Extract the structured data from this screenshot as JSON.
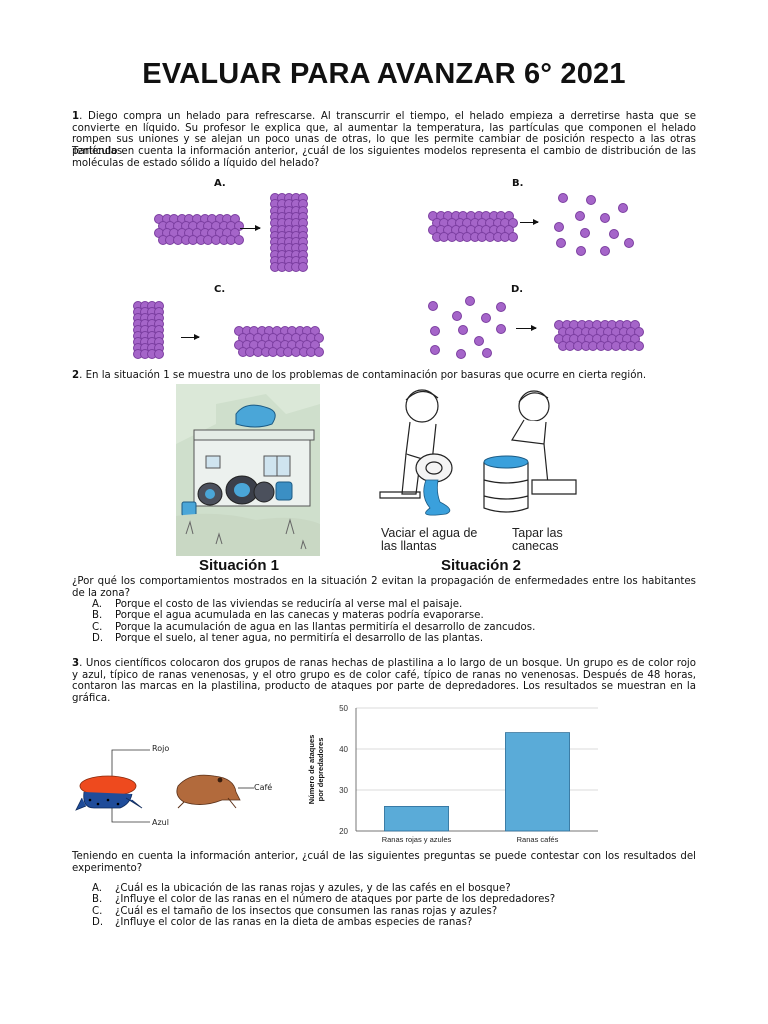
{
  "title": "EVALUAR PARA AVANZAR 6° 2021",
  "q1": {
    "number": "1",
    "text": ". Diego compra un helado para refrescarse. Al transcurrir el tiempo, el helado empieza a derretirse hasta que se convierte en líquido. Su profesor le explica que, al aumentar la temperatura, las partículas que componen el helado rompen sus uniones y se alejan un poco unas de otras, lo que les permite cambiar de posición respecto a las otras partículas.",
    "question": "Teniendo en cuenta la información anterior, ¿cuál de los siguientes modelos representa el cambio de distribución de las moléculas de estado sólido a líquido del helado?",
    "models": [
      "A.",
      "B.",
      "C.",
      "D."
    ],
    "particle_color": "#a565c9"
  },
  "q2": {
    "number": "2",
    "text": ". En la situación 1 se muestra uno de los problemas de contaminación por basuras que ocurre en cierta región.",
    "situation1": "Situación 1",
    "situation2": "Situación 2",
    "caption_left": "Vaciar el agua de las llantas",
    "caption_right": "Tapar las canecas",
    "question": "¿Por qué los comportamientos mostrados en la situación 2 evitan la propagación de enfermedades entre los habitantes de la zona?",
    "options": [
      {
        "letter": "A.",
        "text": "Porque el costo de las viviendas se reduciría al verse mal el paisaje."
      },
      {
        "letter": "B.",
        "text": "Porque el agua acumulada en las canecas y materas podría evaporarse."
      },
      {
        "letter": "C.",
        "text": "Porque la acumulación de agua en las llantas permitiría el desarrollo de zancudos."
      },
      {
        "letter": "D.",
        "text": "Porque el suelo, al tener agua, no permitiría el desarrollo de las plantas."
      }
    ]
  },
  "q3": {
    "number": "3",
    "text": ". Unos científicos colocaron dos grupos de ranas hechas de plastilina a lo largo de un bosque. Un grupo es de color rojo y azul, típico de ranas venenosas, y el otro grupo es de color café, típico de ranas no venenosas. Después de 48 horas, contaron las marcas en la plastilina, producto de ataques por parte de depredadores. Los resultados se muestran en la gráfica.",
    "frog_labels": {
      "red": "Rojo",
      "blue": "Azul",
      "brown": "Café"
    },
    "question": "Teniendo en cuenta la información anterior, ¿cuál de las siguientes preguntas se puede contestar con los resultados del experimento?",
    "options": [
      {
        "letter": "A.",
        "text": "¿Cuál es la ubicación de las ranas rojas y azules, y de las cafés en el bosque?"
      },
      {
        "letter": "B.",
        "text": "¿Influye el color de las ranas en el número de ataques por parte de los depredadores?"
      },
      {
        "letter": "C.",
        "text": "¿Cuál es el tamaño de los insectos que consumen las ranas rojas y azules?"
      },
      {
        "letter": "D.",
        "text": "¿Influye el color de las ranas en la dieta de ambas especies de ranas?"
      }
    ]
  },
  "chart_data": {
    "type": "bar",
    "categories": [
      "Ranas rojas y azules",
      "Ranas cafés"
    ],
    "values": [
      26,
      44
    ],
    "ylabel": "Número de ataques por depredadores",
    "ylim": [
      20,
      50
    ],
    "yticks": [
      20,
      30,
      40,
      50
    ],
    "grid": true,
    "bar_color": "#5aabd8",
    "bar_edge": "#2f6f99"
  }
}
